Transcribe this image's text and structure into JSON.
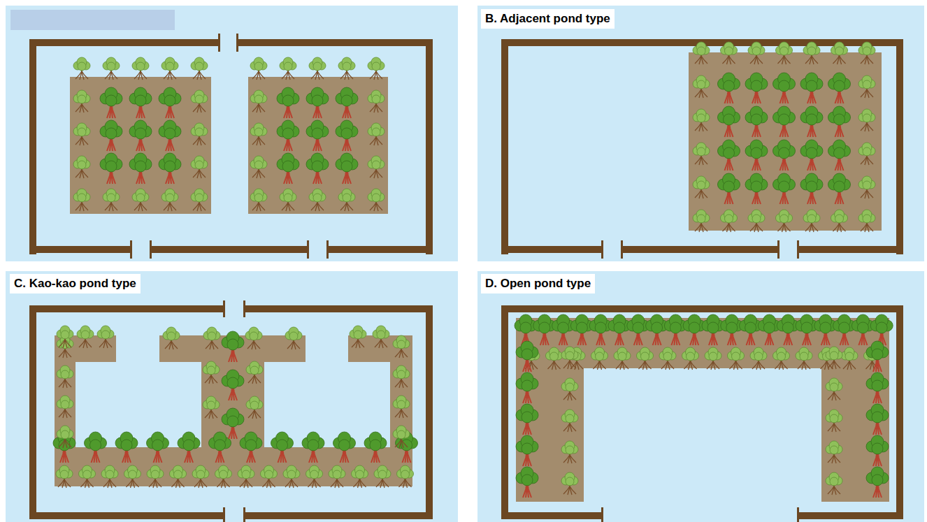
{
  "diagram": {
    "labels": [
      "B. Adjacent pond type",
      "C. Kao-kao pond type",
      "D. Open pond type"
    ]
  }
}
